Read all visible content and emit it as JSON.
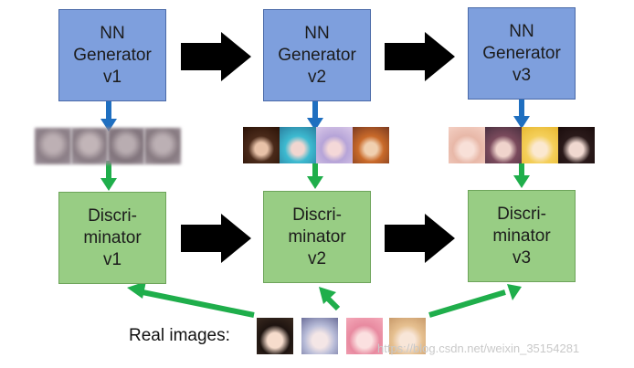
{
  "generators": [
    {
      "id": "gen-v1",
      "label": "NN\nGenerator\nv1"
    },
    {
      "id": "gen-v2",
      "label": "NN\nGenerator\nv2"
    },
    {
      "id": "gen-v3",
      "label": "NN\nGenerator\nv3"
    }
  ],
  "discriminators": [
    {
      "id": "disc-v1",
      "label": "Discri-\nminator\nv1"
    },
    {
      "id": "disc-v2",
      "label": "Discri-\nminator\nv2"
    },
    {
      "id": "disc-v3",
      "label": "Discri-\nminator\nv3"
    }
  ],
  "real_images_label": "Real images:",
  "watermark": "https://blog.csdn.net/weixin_35154281",
  "colors": {
    "generator_fill": "#7e9fdd",
    "discriminator_fill": "#98cd84",
    "blue_arrow": "#1f6fc0",
    "green_arrow": "#1fae4b",
    "black_arrow": "#000000"
  }
}
